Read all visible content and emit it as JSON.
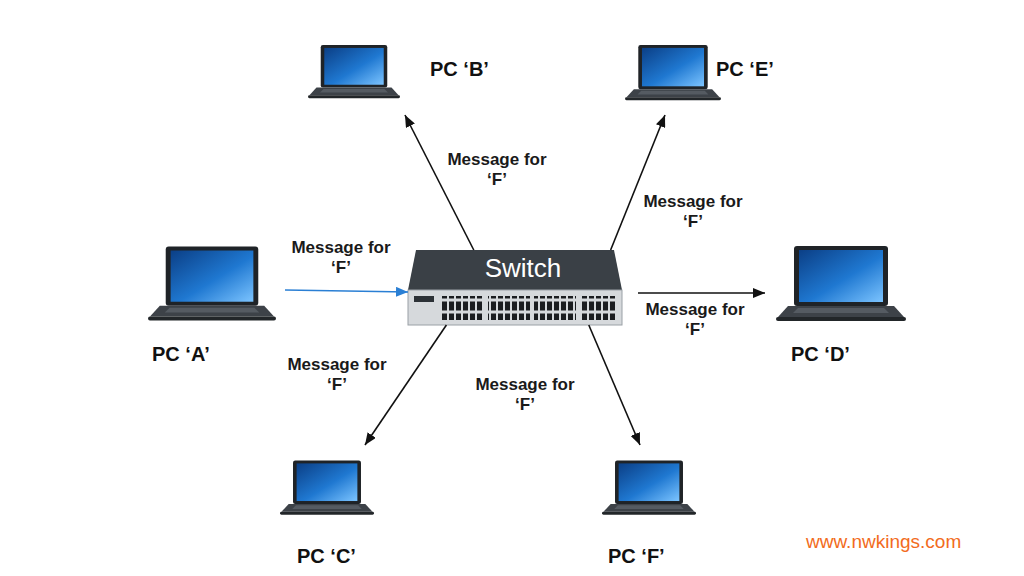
{
  "diagram": {
    "nodes": [
      {
        "text": [
          "PC ‘B’"
        ]
      },
      {
        "text": [
          "PC ‘E’"
        ]
      },
      {
        "text": [
          "PC ‘A’"
        ]
      },
      {
        "text": [
          "Switch"
        ]
      },
      {
        "text": [
          "PC ‘D’"
        ]
      },
      {
        "text": [
          "PC ‘C’"
        ]
      },
      {
        "text": [
          "PC ‘F’"
        ]
      }
    ],
    "edges": [
      {
        "from": 2,
        "to": 3,
        "arrow": "to",
        "label": "Message for ‘F’"
      },
      {
        "from": 3,
        "to": 0,
        "arrow": "to",
        "label": "Message for ‘F’"
      },
      {
        "from": 3,
        "to": 1,
        "arrow": "to",
        "label": "Message for ‘F’"
      },
      {
        "from": 3,
        "to": 4,
        "arrow": "to",
        "label": "Message for ‘F’"
      },
      {
        "from": 3,
        "to": 5,
        "arrow": "to",
        "label": "Message for ‘F’"
      },
      {
        "from": 3,
        "to": 6,
        "arrow": "to",
        "label": "Message for ‘F’"
      }
    ],
    "labels": [
      "www.nwkings.com"
    ]
  }
}
